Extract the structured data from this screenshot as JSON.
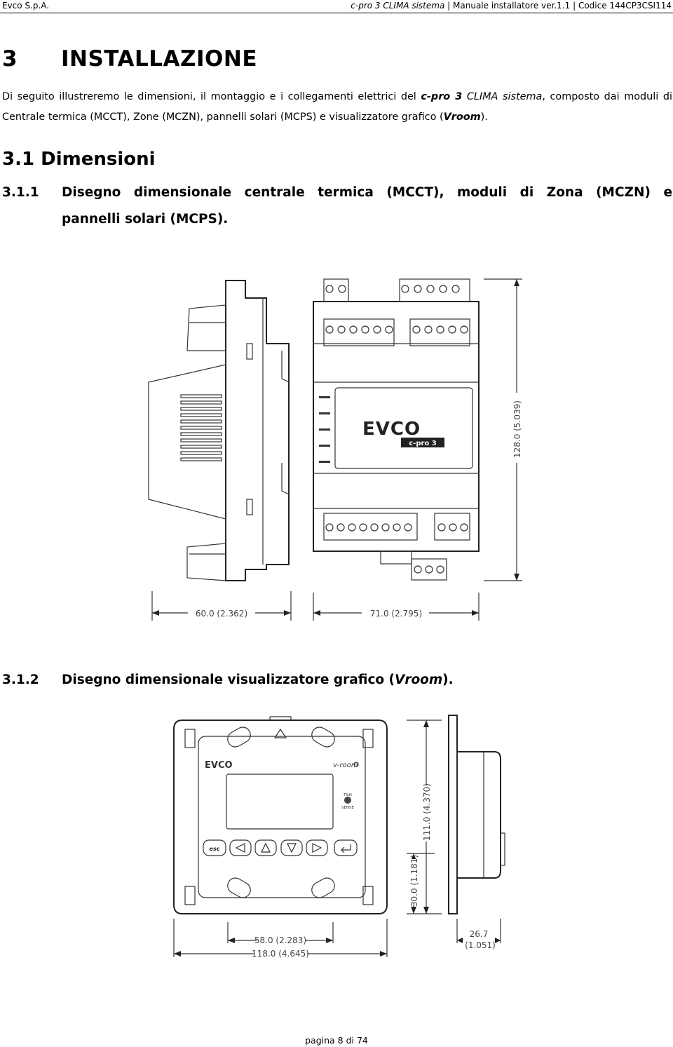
{
  "header": {
    "company": "Evco S.p.A.",
    "product": "c-pro 3 CLIMA sistema",
    "sep1": "|",
    "manual": "Manuale installatore ver.1.1",
    "sep2": "|",
    "code": "Codice 144CP3CSI114"
  },
  "section": {
    "number": "3",
    "title": "INSTALLAZIONE"
  },
  "intro": {
    "part1": "Di seguito illustreremo le dimensioni, il montaggio e i collegamenti elettrici del ",
    "product_bold": "c-pro 3",
    "product_italic": " CLIMA sistema",
    "part2": ", composto dai moduli di Centrale termica (MCCT), Zone (MCZN), pannelli solari (MCPS) e visualizzatore grafico (",
    "vroom": "Vroom",
    "part3": ")."
  },
  "subsection": {
    "number": "3.1",
    "title": "Dimensioni"
  },
  "fig1": {
    "number": "3.1.1",
    "title_line1": "Disegno dimensionale centrale termica (MCCT), moduli di Zona (MCZN) e",
    "title_line2": "pannelli solari (MCPS).",
    "logo_brand": "EVCO",
    "logo_model": "c-pro 3",
    "dim_width_side": "60.0 (2.362)",
    "dim_width_front": "71.0 (2.795)",
    "dim_height": "128.0 (5.039)"
  },
  "fig2": {
    "number": "3.1.2",
    "title_prefix": "Disegno dimensionale visualizzatore grafico (",
    "title_vroom": "Vroom",
    "title_suffix": ").",
    "logo_brand": "EVCO",
    "logo_model": "v-room",
    "sensor_line1": "T&H",
    "sensor_line2": "SENSE",
    "esc_label": "esc",
    "dim_inner_width": "58.0 (2.283)",
    "dim_outer_width": "118.0 (4.645)",
    "dim_height": "111.0 (4.370)",
    "dim_inner_height": "30.0 (1.181)",
    "dim_depth_line1": "26.7",
    "dim_depth_line2": "(1.051)"
  },
  "footer": {
    "page": "pagina 8 di 74"
  }
}
